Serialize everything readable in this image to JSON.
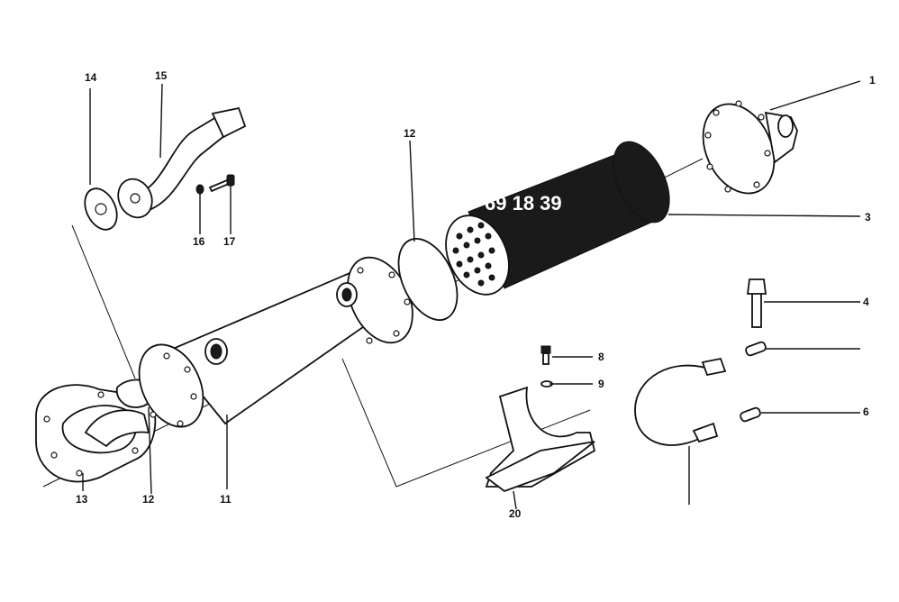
{
  "diagram": {
    "labels": {
      "l1": "1",
      "l3": "3",
      "l4": "4",
      "l6": "6",
      "l8": "8",
      "l9": "9",
      "l11": "11",
      "l12_top": "12",
      "l12_bottom": "12",
      "l13": "13",
      "l14": "14",
      "l15": "15",
      "l16": "16",
      "l17": "17",
      "l20": "20"
    },
    "stamp_text": "69 18 39",
    "colors": {
      "ink": "#111111",
      "paper": "#ffffff",
      "filter_body": "#1a1a1a"
    }
  }
}
